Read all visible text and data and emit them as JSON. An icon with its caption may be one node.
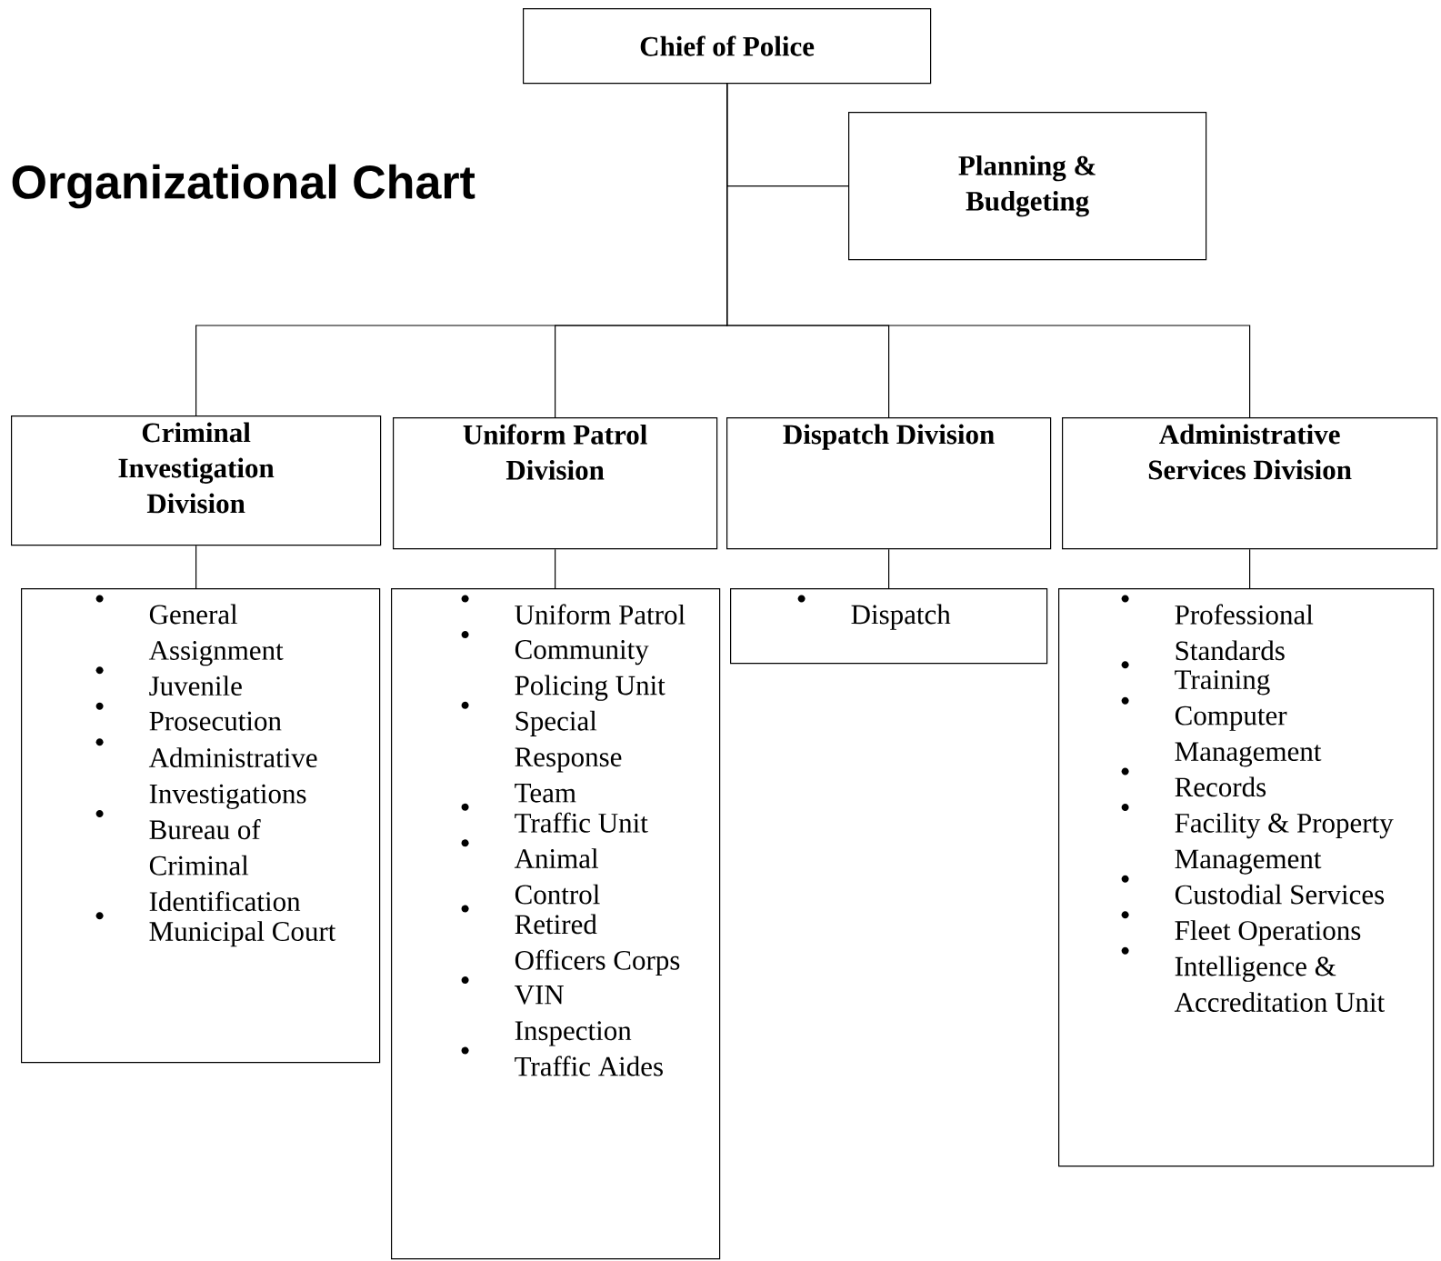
{
  "diagram": {
    "title": "Organizational Chart",
    "nodes": [
      {
        "text": [
          "Chief of Police"
        ]
      },
      {
        "text": [
          "Planning & Budgeting"
        ]
      },
      {
        "text": [
          "Criminal Investigation Division"
        ]
      },
      {
        "text": [
          "Uniform Patrol Division"
        ]
      },
      {
        "text": [
          "Dispatch Division"
        ]
      },
      {
        "text": [
          "Administrative Services Division"
        ]
      },
      {
        "text": [
          "General Assignment",
          "Juvenile",
          "Prosecution",
          "Administrative Investigations",
          "Bureau of Criminal Identification",
          "Municipal Court"
        ]
      },
      {
        "text": [
          "Uniform Patrol",
          "Community Policing Unit",
          "Special Response Team",
          "Traffic Unit",
          "Animal Control",
          "Retired Officers Corps",
          "VIN Inspection",
          "Traffic Aides"
        ]
      },
      {
        "text": [
          "Dispatch"
        ]
      },
      {
        "text": [
          "Professional Standards",
          "Training",
          "Computer Management",
          "Records",
          "Facility & Property Management",
          "Custodial Services",
          "Fleet Operations",
          "Intelligence & Accreditation Unit"
        ]
      }
    ],
    "edges": [
      {
        "from": 0,
        "to": 1,
        "arrow": "none"
      },
      {
        "from": 0,
        "to": 2,
        "arrow": "none"
      },
      {
        "from": 0,
        "to": 3,
        "arrow": "none"
      },
      {
        "from": 0,
        "to": 4,
        "arrow": "none"
      },
      {
        "from": 0,
        "to": 5,
        "arrow": "none"
      },
      {
        "from": 2,
        "to": 6,
        "arrow": "none"
      },
      {
        "from": 3,
        "to": 7,
        "arrow": "none"
      },
      {
        "from": 4,
        "to": 8,
        "arrow": "none"
      },
      {
        "from": 5,
        "to": 9,
        "arrow": "none"
      }
    ]
  }
}
